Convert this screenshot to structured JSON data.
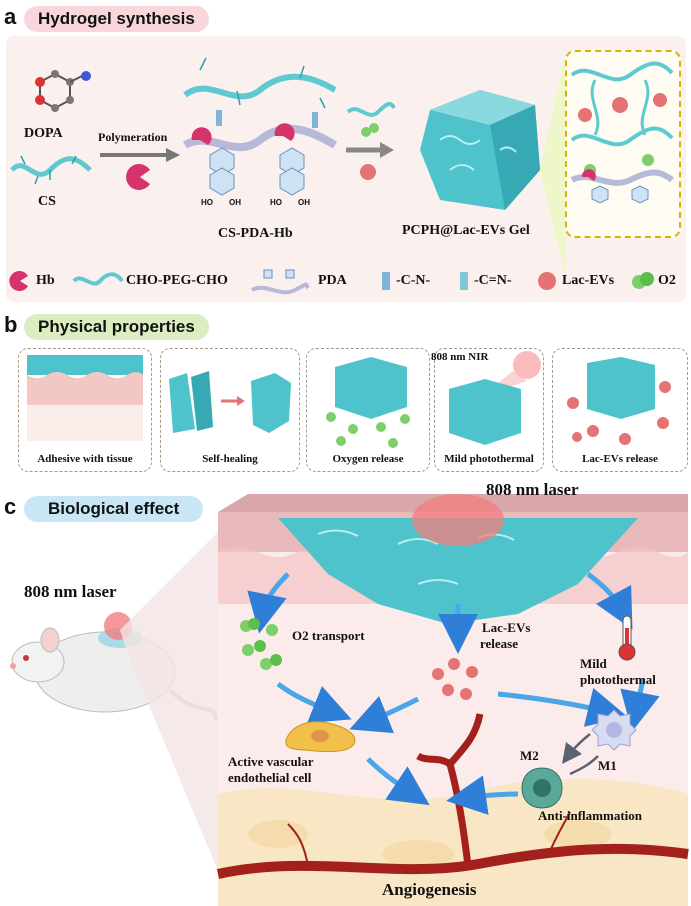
{
  "panel_a": {
    "letter": "a",
    "title": "Hydrogel synthesis",
    "labels": {
      "dopa": "DOPA",
      "cs": "CS",
      "polymeration": "Polymeration",
      "cs_pda_hb": "CS-PDA-Hb",
      "gel": "PCPH@Lac-EVs Gel",
      "ho": "HO",
      "oh": "OH"
    },
    "legend": [
      {
        "icon": "hb-icon",
        "label": "Hb"
      },
      {
        "icon": "peg-chain-icon",
        "label": "CHO-PEG-CHO"
      },
      {
        "icon": "pda-icon",
        "label": "PDA"
      },
      {
        "icon": "cn-bond-icon",
        "label": "-C-N-"
      },
      {
        "icon": "c-eq-n-bond-icon",
        "label": "-C=N-"
      },
      {
        "icon": "ev-icon",
        "label": "Lac-EVs"
      },
      {
        "icon": "oxygen-icon",
        "label": "O2"
      }
    ]
  },
  "panel_b": {
    "letter": "b",
    "title": "Physical properties",
    "nir_label": "808 nm NIR",
    "boxes": [
      "Adhesive with tissue",
      "Self-healing",
      "Oxygen release",
      "Mild photothermal",
      "Lac-EVs release"
    ]
  },
  "panel_c": {
    "letter": "c",
    "title": "Biological effect",
    "laser_top": "808 nm laser",
    "laser_left": "808 nm laser",
    "o2_transport": "O2 transport",
    "lac_evs_release_1": "Lac-EVs",
    "lac_evs_release_2": "release",
    "mild_photothermal_1": "Mild",
    "mild_photothermal_2": "photothermal",
    "active_cell_1": "Active vascular",
    "active_cell_2": "endothelial cell",
    "m2": "M2",
    "m1": "M1",
    "anti_inflammation": "Anti-inflammation",
    "angiogenesis": "Angiogenesis"
  },
  "colors": {
    "pink_pill": "#f9d6dc",
    "green_pill": "#dcedc2",
    "blue_pill": "#c9e6f5",
    "gel": "#4fc3cc",
    "hb": "#d6336c",
    "ev": "#e57373",
    "oxygen": "#7ccf6a",
    "vessel": "#a3201c"
  }
}
